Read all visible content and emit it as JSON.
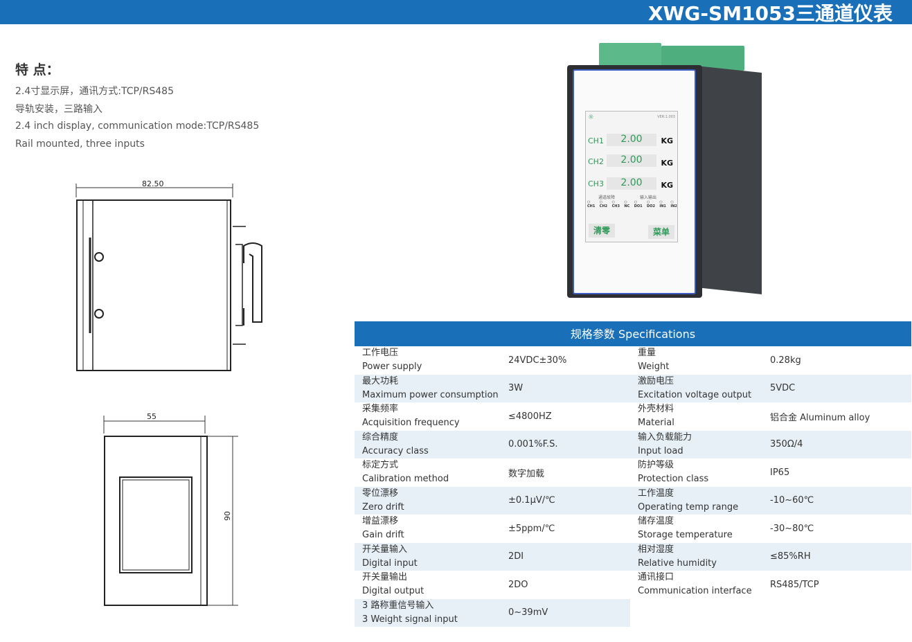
{
  "header": {
    "title": "XWG-SM1053三通道仪表"
  },
  "features": {
    "heading": "特 点：",
    "lines": [
      "2.4寸显示屏，通讯方式:TCP/RS485",
      "导轨安装，三路输入",
      "2.4 inch display, communication mode:TCP/RS485",
      "Rail mounted, three inputs"
    ]
  },
  "drawings": {
    "side_width": "82.50",
    "front_width": "55",
    "front_height": "90"
  },
  "device_screen": {
    "version": "VER:1.003",
    "channels": [
      {
        "name": "CH1",
        "value": "2.00",
        "unit": "KG"
      },
      {
        "name": "CH2",
        "value": "2.00",
        "unit": "KG"
      },
      {
        "name": "CH3",
        "value": "2.00",
        "unit": "KG"
      }
    ],
    "fault_label": "通道故障",
    "io_label": "输入输出",
    "indicators": [
      "CH1",
      "CH2",
      "CH3",
      "NC",
      "DO1",
      "DO2",
      "IN1",
      "IN2"
    ],
    "zero_button": "清零",
    "menu_button": "菜单"
  },
  "specs": {
    "title": "规格参数  Specifications",
    "rows": [
      {
        "zh1": "工作电压",
        "en1": "Power supply",
        "v1": "24VDC±30%",
        "zh2": "重量",
        "en2": "Weight",
        "v2": "0.28kg"
      },
      {
        "zh1": "最大功耗",
        "en1": "Maximum power consumption",
        "v1": "3W",
        "zh2": "激励电压",
        "en2": "Excitation voltage output",
        "v2": "5VDC"
      },
      {
        "zh1": "采集频率",
        "en1": "Acquisition frequency",
        "v1": "≤4800HZ",
        "zh2": "外壳材料",
        "en2": "Material",
        "v2": "铝合金 Aluminum alloy"
      },
      {
        "zh1": "综合精度",
        "en1": "Accuracy class",
        "v1": "0.001%F.S.",
        "zh2": "输入负载能力",
        "en2": "Input load",
        "v2": "350Ω/4"
      },
      {
        "zh1": "标定方式",
        "en1": "Calibration method",
        "v1": "数字加载",
        "zh2": "防护等级",
        "en2": "Protection class",
        "v2": "IP65"
      },
      {
        "zh1": "零位漂移",
        "en1": "Zero drift",
        "v1": "±0.1μV/℃",
        "zh2": "工作温度",
        "en2": "Operating temp range",
        "v2": "-10~60℃"
      },
      {
        "zh1": "增益漂移",
        "en1": "Gain drift",
        "v1": "±5ppm/℃",
        "zh2": "储存温度",
        "en2": "Storage temperature",
        "v2": "-30~80℃"
      },
      {
        "zh1": "开关量输入",
        "en1": "Digital input",
        "v1": "2DI",
        "zh2": "相对湿度",
        "en2": "Relative humidity",
        "v2": "≤85%RH"
      },
      {
        "zh1": "开关量输出",
        "en1": "Digital output",
        "v1": "2DO",
        "zh2": "通讯接口",
        "en2": "Communication interface",
        "v2": "RS485/TCP"
      },
      {
        "zh1": "3 路称重信号输入",
        "en1": "3 Weight signal input",
        "v1": "0~39mV"
      }
    ]
  }
}
